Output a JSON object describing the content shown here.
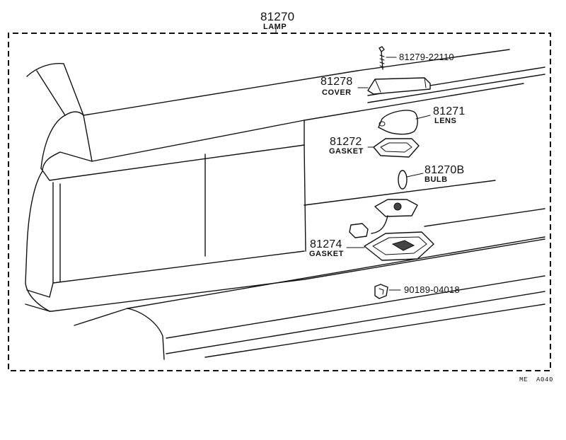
{
  "assembly": {
    "number": "81270",
    "name": "LAMP"
  },
  "parts": {
    "screw": {
      "number": "81279-22110"
    },
    "cover": {
      "number": "81278",
      "name": "COVER"
    },
    "lens": {
      "number": "81271",
      "name": "LENS"
    },
    "gasket_upper": {
      "number": "81272",
      "name": "GASKET"
    },
    "bulb": {
      "number": "81270B",
      "name": "BULB"
    },
    "gasket_lower": {
      "number": "81274",
      "name": "GASKET"
    },
    "clip": {
      "number": "90189-04018"
    }
  },
  "reference_code": "ME  A040"
}
